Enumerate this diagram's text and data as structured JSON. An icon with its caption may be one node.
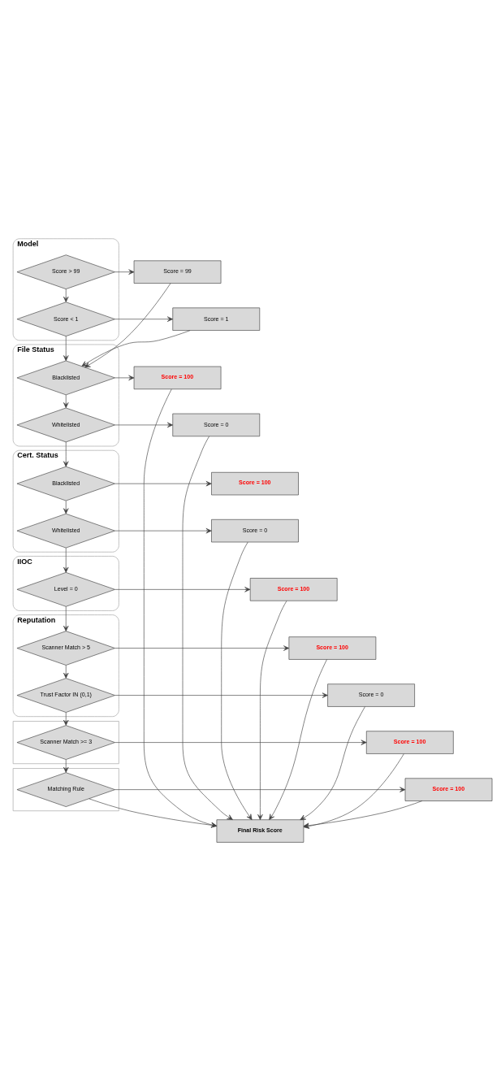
{
  "diagram": {
    "nodes": [
      {
        "text": [
          "Model"
        ]
      },
      {
        "text": [
          "Score > 99"
        ],
        "in": 0
      },
      {
        "text": [
          "Score < 1"
        ],
        "in": 0
      },
      {
        "text": [
          "Score = 99"
        ]
      },
      {
        "text": [
          "Score = 1"
        ]
      },
      {
        "text": [
          "File Status"
        ]
      },
      {
        "text": [
          "Blacklisted"
        ],
        "in": 5
      },
      {
        "text": [
          "Whitelisted"
        ],
        "in": 5
      },
      {
        "text": [
          "Score = 100"
        ]
      },
      {
        "text": [
          "Score = 0"
        ]
      },
      {
        "text": [
          "Cert. Status"
        ]
      },
      {
        "text": [
          "Blacklisted"
        ],
        "in": 10
      },
      {
        "text": [
          "Whitelisted"
        ],
        "in": 10
      },
      {
        "text": [
          "Score = 100"
        ]
      },
      {
        "text": [
          "Score = 0"
        ]
      },
      {
        "text": [
          "IIOC"
        ]
      },
      {
        "text": [
          "Level = 0"
        ],
        "in": 15
      },
      {
        "text": [
          "Score = 100"
        ]
      },
      {
        "text": [
          "Reputation"
        ]
      },
      {
        "text": [
          "Scanner Match > 5"
        ],
        "in": 18
      },
      {
        "text": [
          "Trust Factor IN (0,1)"
        ],
        "in": 18
      },
      {
        "text": [
          "Score = 100"
        ]
      },
      {
        "text": [
          "Score = 0"
        ]
      },
      {
        "text": [],
        "shape": "box"
      },
      {
        "text": [
          "Scanner Match >= 3"
        ],
        "in": 23
      },
      {
        "text": [
          "Score = 100"
        ]
      },
      {
        "text": [],
        "shape": "box"
      },
      {
        "text": [
          "Matching Rule"
        ],
        "in": 26
      },
      {
        "text": [
          "Score = 100"
        ]
      },
      {
        "text": [
          "Final Risk Score"
        ]
      }
    ],
    "edges": [
      {
        "from": 1,
        "to": 3,
        "arrow": "to"
      },
      {
        "from": 1,
        "to": 2,
        "arrow": "to"
      },
      {
        "from": 2,
        "to": 4,
        "arrow": "to"
      },
      {
        "from": 2,
        "to": 6,
        "arrow": "to"
      },
      {
        "from": 3,
        "to": 6,
        "arrow": "to"
      },
      {
        "from": 4,
        "to": 6,
        "arrow": "to"
      },
      {
        "from": 6,
        "to": 8,
        "arrow": "to"
      },
      {
        "from": 6,
        "to": 7,
        "arrow": "to"
      },
      {
        "from": 7,
        "to": 9,
        "arrow": "to"
      },
      {
        "from": 7,
        "to": 11,
        "arrow": "to"
      },
      {
        "from": 11,
        "to": 13,
        "arrow": "to"
      },
      {
        "from": 11,
        "to": 12,
        "arrow": "to"
      },
      {
        "from": 12,
        "to": 14,
        "arrow": "to"
      },
      {
        "from": 12,
        "to": 16,
        "arrow": "to"
      },
      {
        "from": 16,
        "to": 17,
        "arrow": "to"
      },
      {
        "from": 16,
        "to": 19,
        "arrow": "to"
      },
      {
        "from": 19,
        "to": 21,
        "arrow": "to"
      },
      {
        "from": 19,
        "to": 20,
        "arrow": "to"
      },
      {
        "from": 20,
        "to": 22,
        "arrow": "to"
      },
      {
        "from": 20,
        "to": 24,
        "arrow": "to"
      },
      {
        "from": 24,
        "to": 25,
        "arrow": "to"
      },
      {
        "from": 24,
        "to": 27,
        "arrow": "to"
      },
      {
        "from": 27,
        "to": 28,
        "arrow": "to"
      },
      {
        "from": 27,
        "to": 29,
        "arrow": "to"
      },
      {
        "from": 8,
        "to": 29,
        "arrow": "to"
      },
      {
        "from": 9,
        "to": 29,
        "arrow": "to"
      },
      {
        "from": 14,
        "to": 29,
        "arrow": "to"
      },
      {
        "from": 17,
        "to": 29,
        "arrow": "to"
      },
      {
        "from": 21,
        "to": 29,
        "arrow": "to"
      },
      {
        "from": 22,
        "to": 29,
        "arrow": "to"
      },
      {
        "from": 25,
        "to": 29,
        "arrow": "to"
      },
      {
        "from": 28,
        "to": 29,
        "arrow": "to"
      }
    ]
  }
}
